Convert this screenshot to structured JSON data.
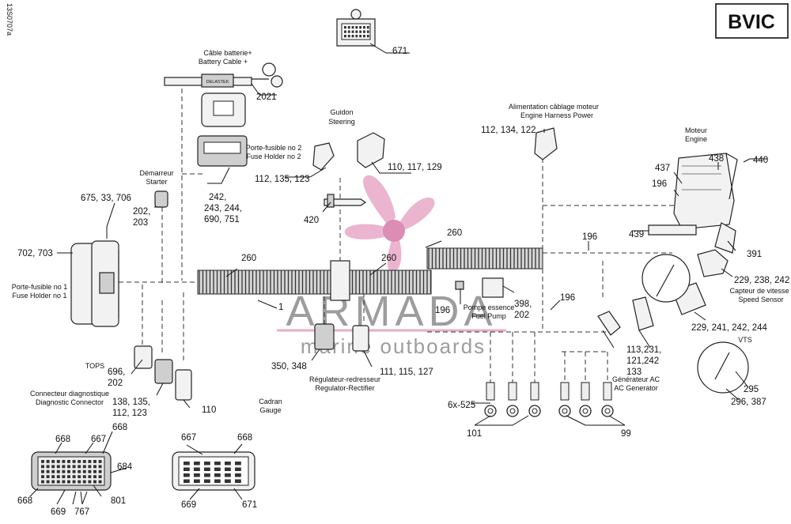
{
  "doc_id": "13S0707a",
  "model_badge": "BVIC",
  "watermark": {
    "brand": "ARMADA",
    "tagline": "marine outboards"
  },
  "labels": {
    "battery_cable": [
      "Câble batterie+",
      "Battery Cable +"
    ],
    "steering": [
      "Guidon",
      "Steering"
    ],
    "engine_harness_power": [
      "Alimentation câblage moteur",
      "Engine Harness Power"
    ],
    "engine": [
      "Moteur",
      "Engine"
    ],
    "fuse_holder_2": [
      "Porte-fusible no 2",
      "Fuse Holder no 2"
    ],
    "starter": [
      "Démarreur",
      "Starter"
    ],
    "fuse_holder_1": [
      "Porte-fusible no 1",
      "Fuse Holder no 1"
    ],
    "fuel_pump": [
      "Pompe essence",
      "Fuel Pump"
    ],
    "speed_sensor": [
      "Capteur de vitesse",
      "Speed Sensor"
    ],
    "tops": "TOPS",
    "diagnostic_connector": [
      "Connecteur diagnostique",
      "Diagnostic Connector"
    ],
    "gauge": [
      "Cadran",
      "Gauge"
    ],
    "regulator_rectifier": [
      "Régulateur-redresseur",
      "Regulator-Rectifier"
    ],
    "ac_generator": [
      "Générateur AC",
      "AC Generator"
    ],
    "vts": "VTS"
  },
  "callouts": {
    "c671_top": "671",
    "c2021": "2021",
    "c112_134_122": "112, 134, 122",
    "c112_135_123": "112, 135, 123",
    "c110_117_129": "110, 117, 129",
    "c438": "438",
    "c440": "440",
    "c437": "437",
    "c196_engine": "196",
    "c675_33_706": "675, 33, 706",
    "c202_203": [
      "202,",
      "203"
    ],
    "c242_group": [
      "242,",
      "243, 244,",
      "690, 751"
    ],
    "c420": "420",
    "c439": "439",
    "c260_right": "260",
    "c196_right": "196",
    "c391": "391",
    "c702_703": "702, 703",
    "c260_left": "260",
    "c260_mid": "260",
    "c1": "1",
    "c229_238_242": "229, 238, 242",
    "c196_fuel": "196",
    "c398_202": [
      "398,",
      "202"
    ],
    "c196_low": "196",
    "c229_241": "229, 241, 242, 244",
    "c696_202": [
      "696,",
      "202"
    ],
    "c350_348": "350, 348",
    "c111_115_127": "111, 115, 127",
    "c113_121_133": [
      "113,",
      "121,",
      "133"
    ],
    "c231_242": [
      "231,",
      "242"
    ],
    "c295": "295",
    "c138_135": [
      "138, 135,",
      "112, 123"
    ],
    "c110": "110",
    "c6x525": "6x-525",
    "c296_387": "296, 387",
    "c101": "101",
    "c99": "99",
    "c668_a": "668",
    "c667_a": "667",
    "c668_b": "668",
    "c684": "684",
    "c668_c": "668",
    "c801": "801",
    "c669_a": "669",
    "c767": "767",
    "c667_b": "667",
    "c668_d": "668",
    "c669_b": "669",
    "c671_bottom": "671"
  },
  "component_text": {
    "delastek": "DELASTEK"
  }
}
